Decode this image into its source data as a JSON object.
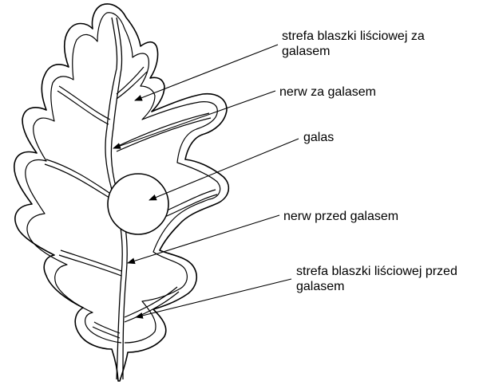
{
  "diagram": {
    "line_color": "#000000",
    "background": "#ffffff",
    "labels": [
      {
        "id": "blade-after-gall",
        "text": "strefa blaszki liściowej za\ngalasem"
      },
      {
        "id": "vein-after-gall",
        "text": "nerw za galasem"
      },
      {
        "id": "gall",
        "text": "galas"
      },
      {
        "id": "vein-before-gall",
        "text": "nerw przed galasem"
      },
      {
        "id": "blade-before-gall",
        "text": "strefa blaszki liściowej przed\ngalasem"
      }
    ]
  }
}
